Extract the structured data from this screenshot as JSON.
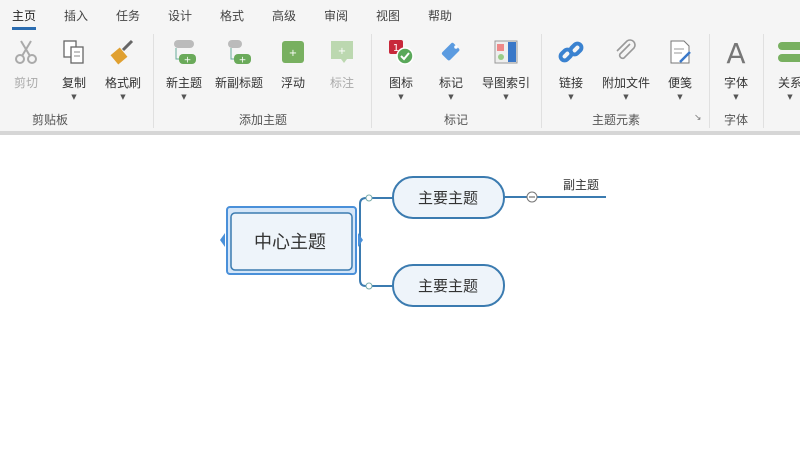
{
  "tabs": [
    "主页",
    "插入",
    "任务",
    "设计",
    "格式",
    "高级",
    "审阅",
    "视图",
    "帮助"
  ],
  "active_tab": "主页",
  "ribbon": {
    "buttons": [
      {
        "label": "剪切",
        "icon": "scissors-icon",
        "disabled": true,
        "dropdown": false
      },
      {
        "label": "复制",
        "icon": "copy-icon",
        "disabled": false,
        "dropdown": true
      },
      {
        "label": "格式刷",
        "icon": "format-painter-icon",
        "disabled": false,
        "dropdown": true
      },
      {
        "label": "新主题",
        "icon": "new-topic-icon",
        "disabled": false,
        "dropdown": true
      },
      {
        "label": "新副标题",
        "icon": "new-subtopic-icon",
        "disabled": false,
        "dropdown": false
      },
      {
        "label": "浮动",
        "icon": "floating-topic-icon",
        "disabled": false,
        "dropdown": false
      },
      {
        "label": "标注",
        "icon": "callout-icon",
        "disabled": true,
        "dropdown": false
      },
      {
        "label": "图标",
        "icon": "icon-marker-icon",
        "disabled": false,
        "dropdown": true
      },
      {
        "label": "标记",
        "icon": "tag-icon",
        "disabled": false,
        "dropdown": true
      },
      {
        "label": "导图索引",
        "icon": "map-index-icon",
        "disabled": false,
        "dropdown": true
      },
      {
        "label": "链接",
        "icon": "link-icon",
        "disabled": false,
        "dropdown": true
      },
      {
        "label": "附加文件",
        "icon": "paperclip-icon",
        "disabled": false,
        "dropdown": true
      },
      {
        "label": "便笺",
        "icon": "note-icon",
        "disabled": false,
        "dropdown": true
      },
      {
        "label": "字体",
        "icon": "font-icon",
        "disabled": false,
        "dropdown": true
      },
      {
        "label": "关系",
        "icon": "relationship-icon",
        "disabled": false,
        "dropdown": true
      }
    ],
    "groups": [
      "剪贴板",
      "添加主题",
      "标记",
      "主题元素",
      "字体"
    ]
  },
  "mindmap": {
    "central": "中心主题",
    "main_topics": [
      "主要主题",
      "主要主题"
    ],
    "subtopic": "副主题"
  },
  "colors": {
    "accent": "#2b6cb0",
    "branch": "#3b7bb0",
    "topic_fill": "#eef4fa",
    "central_border": "#4a90d9"
  }
}
